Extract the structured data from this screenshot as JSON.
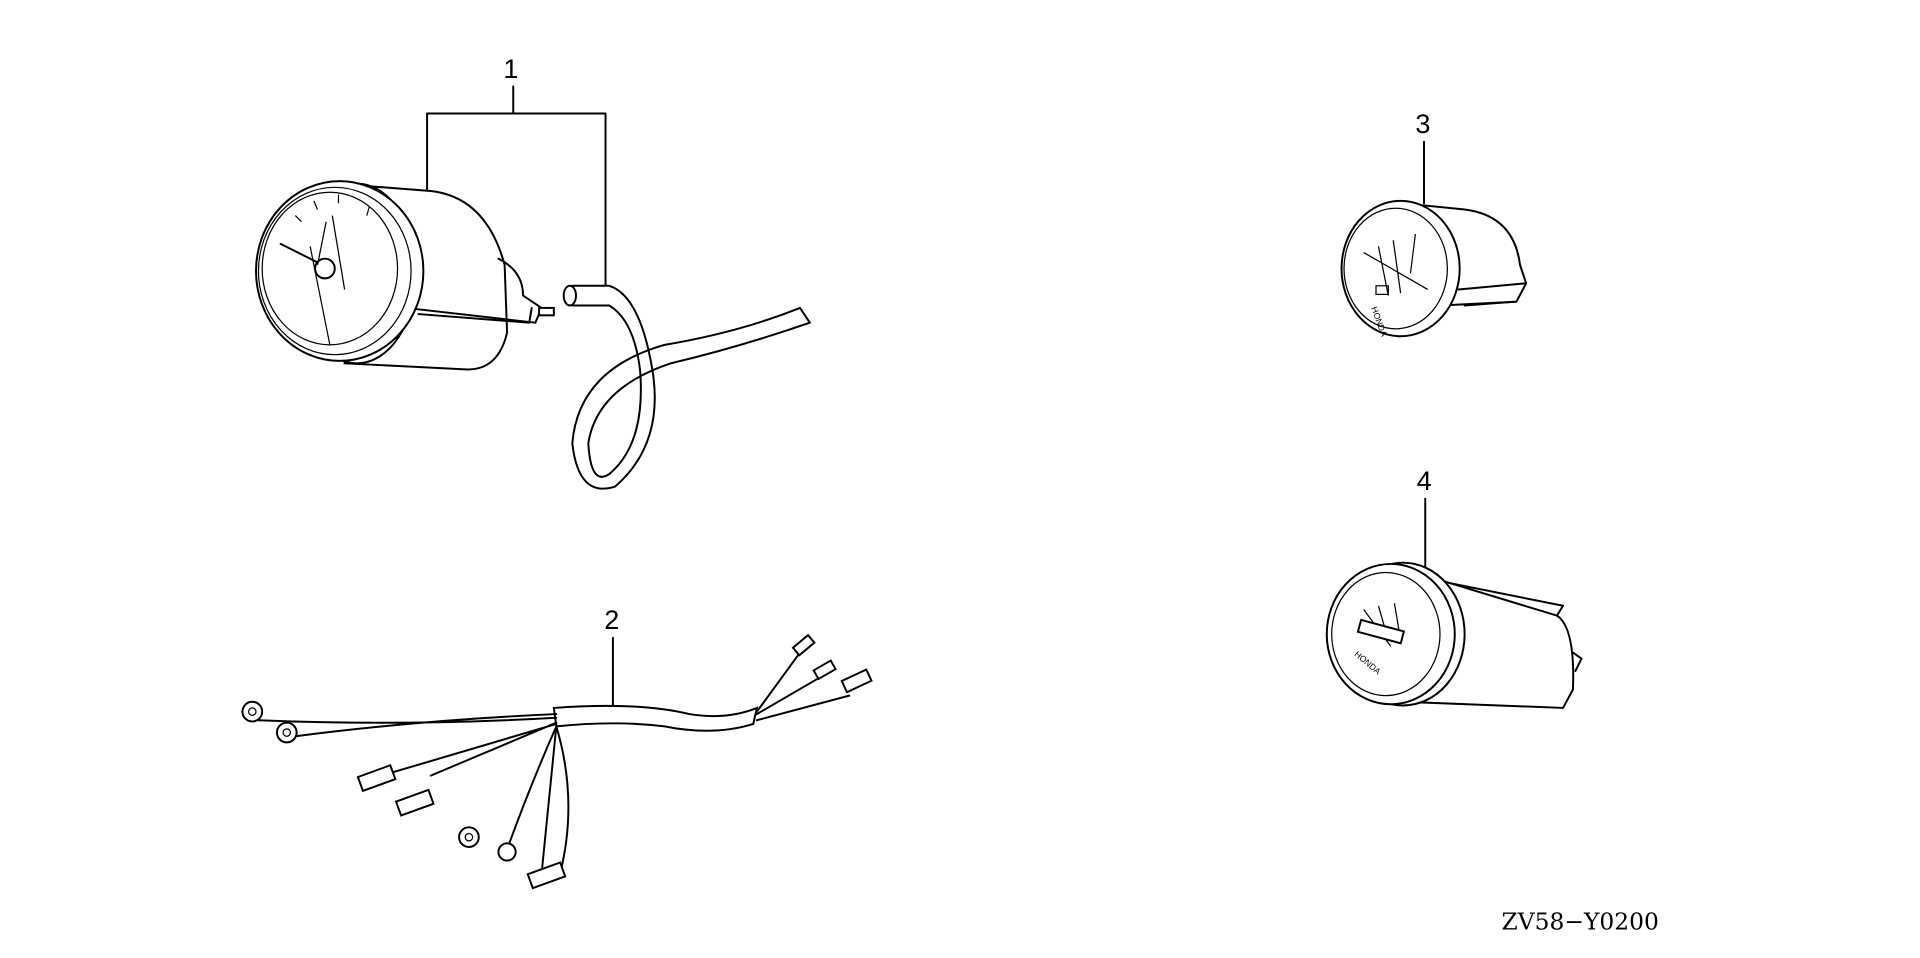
{
  "diagram": {
    "diagram_code": "ZV58−Y0200",
    "gauge_brand": "HONDA",
    "callouts": [
      {
        "number": "1",
        "part": "gauge-with-hose"
      },
      {
        "number": "2",
        "part": "wire-harness"
      },
      {
        "number": "3",
        "part": "small-gauge"
      },
      {
        "number": "4",
        "part": "meter"
      }
    ]
  }
}
